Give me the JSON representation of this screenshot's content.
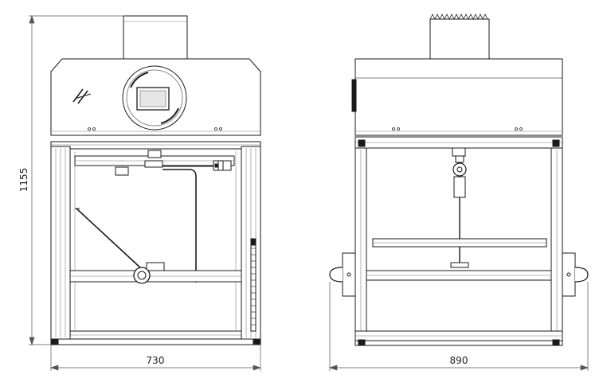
{
  "dimensions": {
    "height_label": "1155",
    "front_width_label": "730",
    "side_width_label": "890"
  },
  "colors": {
    "line": "#1a1a1a",
    "thin": "#555555",
    "fill": "#ffffff",
    "screen": "#e6e6e6"
  }
}
